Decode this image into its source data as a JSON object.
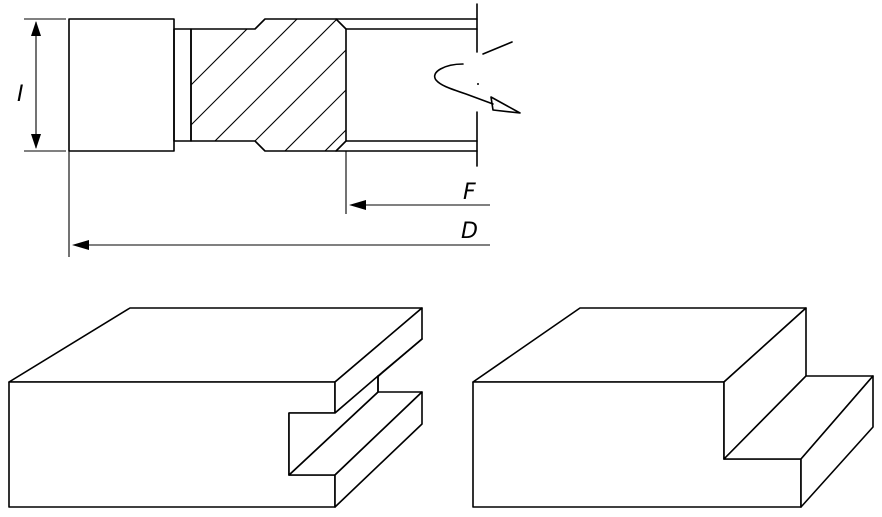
{
  "labels": {
    "height": "I",
    "feed": "F",
    "depth": "D"
  },
  "colors": {
    "stroke": "#000000",
    "background": "#ffffff"
  }
}
